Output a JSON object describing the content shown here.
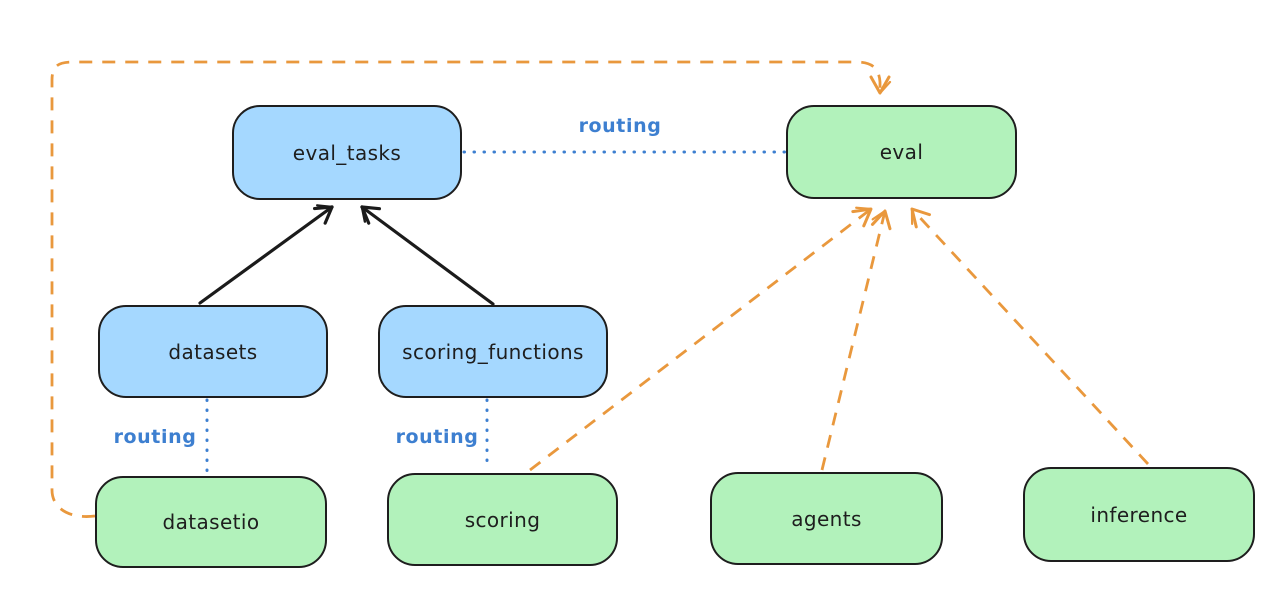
{
  "diagram": {
    "background": "#ffffff",
    "colors": {
      "blue_node_fill": "#a5d8ff",
      "green_node_fill": "#b2f2bb",
      "node_border": "#1e1e1e",
      "routing_line_blue": "#3d7fd0",
      "arrow_orange": "#e9983d",
      "arrow_black": "#1b1b1b"
    },
    "nodes": [
      {
        "id": "eval_tasks",
        "label": "eval_tasks",
        "fill": "blue"
      },
      {
        "id": "eval",
        "label": "eval",
        "fill": "green"
      },
      {
        "id": "datasets",
        "label": "datasets",
        "fill": "blue"
      },
      {
        "id": "scoring_functions",
        "label": "scoring_functions",
        "fill": "blue"
      },
      {
        "id": "datasetio",
        "label": "datasetio",
        "fill": "green"
      },
      {
        "id": "scoring",
        "label": "scoring",
        "fill": "green"
      },
      {
        "id": "agents",
        "label": "agents",
        "fill": "green"
      },
      {
        "id": "inference",
        "label": "inference",
        "fill": "green"
      }
    ],
    "edges": [
      {
        "from": "eval_tasks",
        "to": "eval",
        "style": "dotted-blue",
        "label": "routing"
      },
      {
        "from": "datasets",
        "to": "eval_tasks",
        "style": "solid-black-arrow",
        "label": ""
      },
      {
        "from": "scoring_functions",
        "to": "eval_tasks",
        "style": "solid-black-arrow",
        "label": ""
      },
      {
        "from": "datasets",
        "to": "datasetio",
        "style": "dotted-blue",
        "label": "routing"
      },
      {
        "from": "scoring_functions",
        "to": "scoring",
        "style": "dotted-blue",
        "label": "routing"
      },
      {
        "from": "datasetio",
        "to": "eval",
        "style": "dashed-orange-arrow",
        "label": ""
      },
      {
        "from": "scoring",
        "to": "eval",
        "style": "dashed-orange-arrow",
        "label": ""
      },
      {
        "from": "agents",
        "to": "eval",
        "style": "dashed-orange-arrow",
        "label": ""
      },
      {
        "from": "inference",
        "to": "eval",
        "style": "dashed-orange-arrow",
        "label": ""
      }
    ]
  }
}
